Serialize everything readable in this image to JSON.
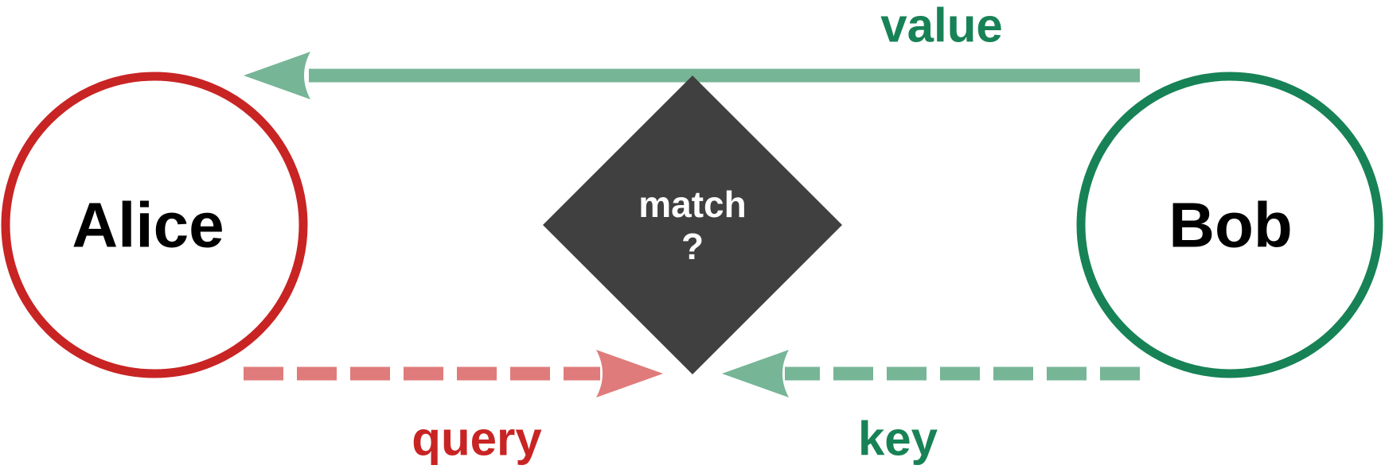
{
  "diagram": {
    "nodes": {
      "alice": {
        "label": "Alice"
      },
      "bob": {
        "label": "Bob"
      },
      "match": {
        "line1": "match",
        "line2": "?"
      }
    },
    "edges": {
      "value": {
        "label": "value",
        "from": "Bob",
        "to": "Alice",
        "style": "solid"
      },
      "query": {
        "label": "query",
        "from": "Alice",
        "to": "match",
        "style": "dashed"
      },
      "key": {
        "label": "key",
        "from": "Bob",
        "to": "match",
        "style": "dashed"
      }
    },
    "colors": {
      "red": "#c82424",
      "green": "#178256",
      "light_green": "#77b597",
      "light_red": "#e07b7b",
      "diamond": "#404040",
      "text_dark": "#000000",
      "text_light": "#ffffff"
    }
  }
}
